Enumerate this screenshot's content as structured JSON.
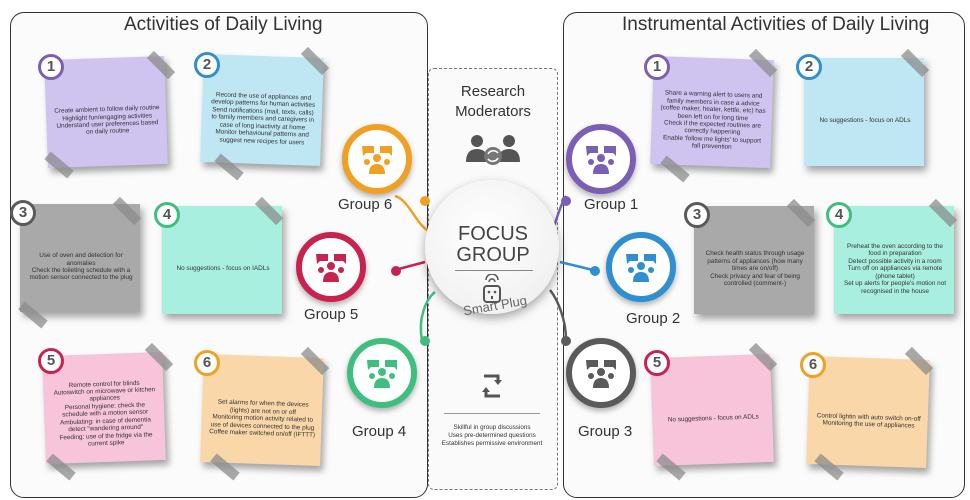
{
  "adl": {
    "title": "Activities of Daily Living",
    "notes": [
      {
        "num": "1",
        "lines": [
          "Create ambient to follow daily routine",
          "Highlight fun/engaging activities",
          "Understand user preferences based on daily routine"
        ]
      },
      {
        "num": "2",
        "lines": [
          "Record the use of appliances and develop patterns for human activities",
          "Send notifications (mail, texts, calls) to family members and caregivers in case of long inactivity at home",
          "Monitor behavioural patterns and suggest new recipes for users"
        ]
      },
      {
        "num": "3",
        "lines": [
          "Use of oven and detection for anomalies",
          "Check the toileting schedule with a motion sensor connected to the plug"
        ]
      },
      {
        "num": "4",
        "lines": [
          "No suggestions - focus on IADLs"
        ]
      },
      {
        "num": "5",
        "lines": [
          "Remote control for blinds",
          "Autoswitch on microwave or kitchen appliances",
          "Personal hygiene: check the schedule with a motion sensor",
          "Ambulating: in case of dementia detect \"wandering around\"",
          "Feeding: use of the fridge via the current spike"
        ]
      },
      {
        "num": "6",
        "lines": [
          "Set alarms for when the devices (lights) are not on or off",
          "Monitoring motion activity related to use of devices connected to the plug",
          "Coffee maker switched on/off (IFTTT)"
        ]
      }
    ]
  },
  "iadl": {
    "title": "Instrumental Activities of Daily Living",
    "notes": [
      {
        "num": "1",
        "lines": [
          "Share a warning alert to users and family members in case a advice (coffee maker, heater, kettle, etc) has been left on for long time",
          "Check if the expected routines are correctly happening",
          "Enable 'follow me lights' to support fall prevention"
        ]
      },
      {
        "num": "2",
        "lines": [
          "No suggestions - focus on ADLs"
        ]
      },
      {
        "num": "3",
        "lines": [
          "Check health status through usage patterns of appliances (how many times are on/off)",
          "Check privacy and fear of being controlled (comment-)"
        ]
      },
      {
        "num": "4",
        "lines": [
          "Preheat the oven according to the food in preparation",
          "Detect possible activity in a room",
          "Turn off on appliances via remote (phone tablet)",
          "Set up alerts for people's motion not recognised in the house"
        ]
      },
      {
        "num": "5",
        "lines": [
          "No suggestions - focus on ADLs"
        ]
      },
      {
        "num": "6",
        "lines": [
          "Control lightin with auto switch on-off",
          "Monitoring the use of appliances"
        ]
      }
    ]
  },
  "moderators": {
    "title_line1": "Research",
    "title_line2": "Moderators",
    "lines": [
      "Skillful in group discussions",
      "Uses pre-determined questions",
      "Establishes permissive environment"
    ]
  },
  "center": {
    "line1": "FOCUS",
    "line2": "GROUP",
    "device_line1": "Smart",
    "device_line2": "Plug"
  },
  "groups": [
    {
      "label": "Group 1",
      "color": "#7b5fb4"
    },
    {
      "label": "Group 2",
      "color": "#2f8fd0"
    },
    {
      "label": "Group 3",
      "color": "#5a5a5a"
    },
    {
      "label": "Group 4",
      "color": "#3fbf7f"
    },
    {
      "label": "Group 5",
      "color": "#c8234f"
    },
    {
      "label": "Group 6",
      "color": "#f0a023"
    }
  ],
  "colors": {
    "adl1": "#cfc3f0",
    "adl2": "#bfe6f3",
    "adl3": "#a9a9a9",
    "adl4": "#a9efdf",
    "adl5": "#f7c4da",
    "adl6": "#f9d7a8",
    "iadl1": "#cfc3f0",
    "iadl2": "#bfe6f3",
    "iadl3": "#a9a9a9",
    "iadl4": "#a9efdf",
    "iadl5": "#f7c4da",
    "iadl6": "#f9d7a8"
  }
}
